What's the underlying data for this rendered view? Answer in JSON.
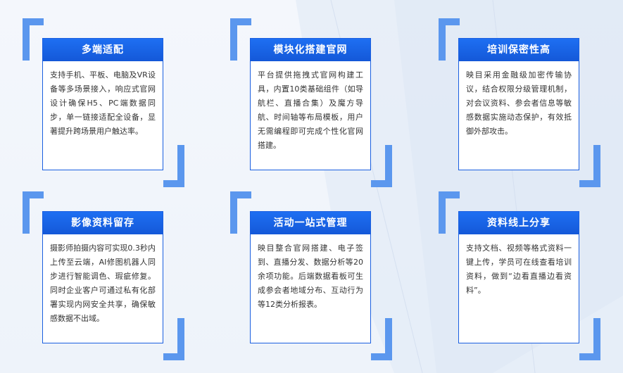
{
  "colors": {
    "accent": "#1a62e6",
    "bracket": "#5b97ee",
    "background": "#f2f6fc"
  },
  "cards": [
    {
      "title": "多端适配",
      "body": "支持手机、平板、电脑及VR设备等多场景接入，响应式官网设计确保H5、PC端数据同步，单一链接适配全设备，显著提升跨场景用户触达率。"
    },
    {
      "title": "模块化搭建官网",
      "body": "平台提供拖拽式官网构建工具，内置10类基础组件（如导航栏、直播合集）及魔方导航、时间轴等布局模板，用户无需编程即可完成个性化官网搭建。"
    },
    {
      "title": "培训保密性高",
      "body": "映目采用金融级加密传输协议，结合权限分级管理机制，对会议资料、参会者信息等敏感数据实施动态保护，有效抵御外部攻击。"
    },
    {
      "title": "影像资料留存",
      "body": "摄影师拍摄内容可实现0.3秒内上传至云端，AI修图机器人同步进行智能调色、瑕疵修复。同时企业客户可通过私有化部署实现内网安全共享，确保敏感数据不出域。"
    },
    {
      "title": "活动一站式管理",
      "body": "映目整合官网搭建、电子签到、直播分发、数据分析等20余项功能。后端数据看板可生成参会者地域分布、互动行为等12类分析报表。"
    },
    {
      "title": "资料线上分享",
      "body": "支持文档、视频等格式资料一键上传，学员可在线查看培训资料，做到“边看直播边看资料”。"
    }
  ]
}
